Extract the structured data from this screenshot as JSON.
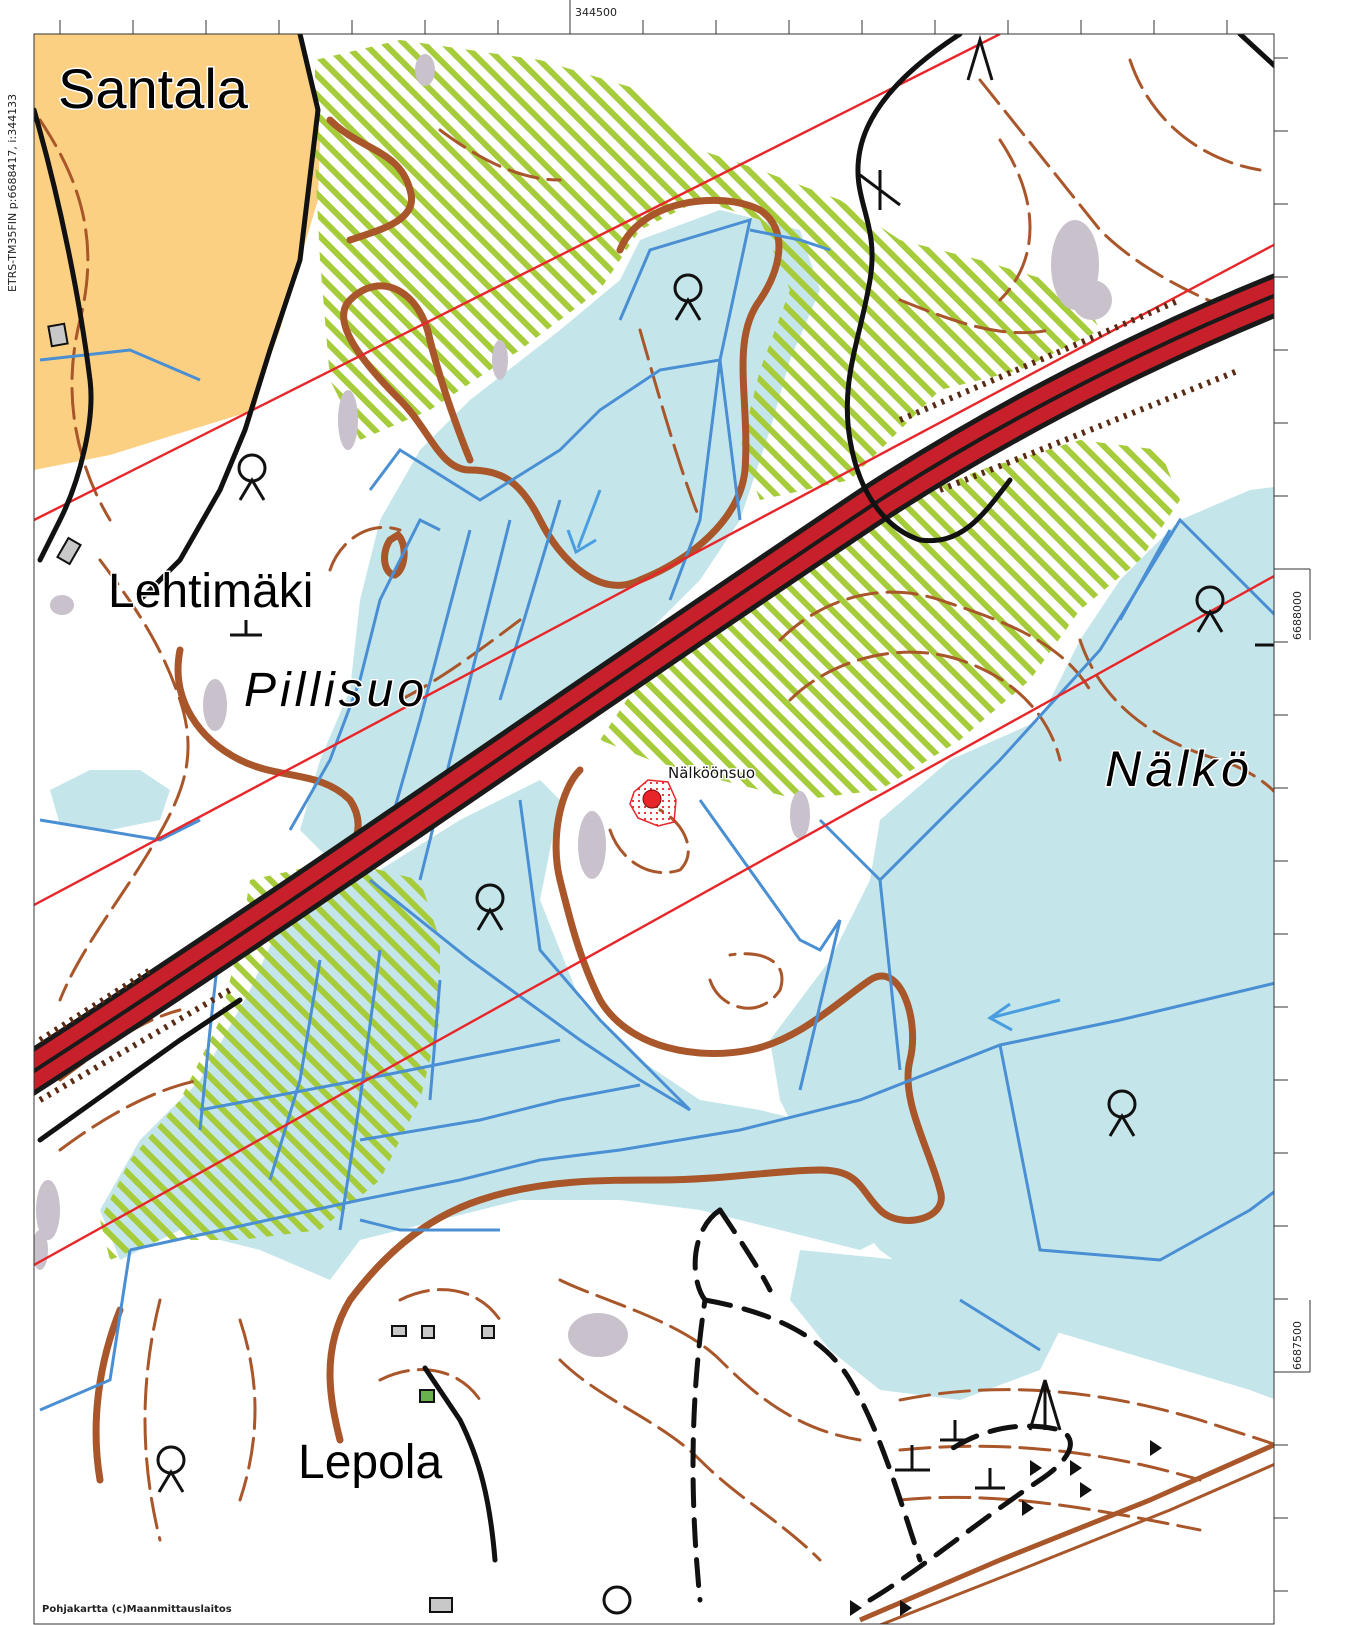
{
  "map": {
    "coordinates": {
      "top_x": "344500",
      "right_y_upper": "6688000",
      "right_y_lower": "6687500",
      "left_caption": "ETRS-TM35FIN p:6688417, i:344133"
    },
    "place_names": {
      "santala": "Santala",
      "lehtimaki": "Lehtimäki",
      "pillisuo": "Pillisuo",
      "nalkoonsuo_big": "Nälkö",
      "lepola": "Lepola"
    },
    "marker": {
      "label": "Nälköönsuo",
      "color": "#e8262a"
    },
    "credit": "Pohjakartta (c)Maanmittauslaitos",
    "colors": {
      "field": "#fcd083",
      "bog": "#c4e6ea",
      "water_line": "#4a8fd4",
      "contour": "#a8562a",
      "road_fill": "#c8202a",
      "hatch": "#a6cc3c",
      "rock": "#c9c1cc",
      "red_line": "#e8262a"
    }
  }
}
